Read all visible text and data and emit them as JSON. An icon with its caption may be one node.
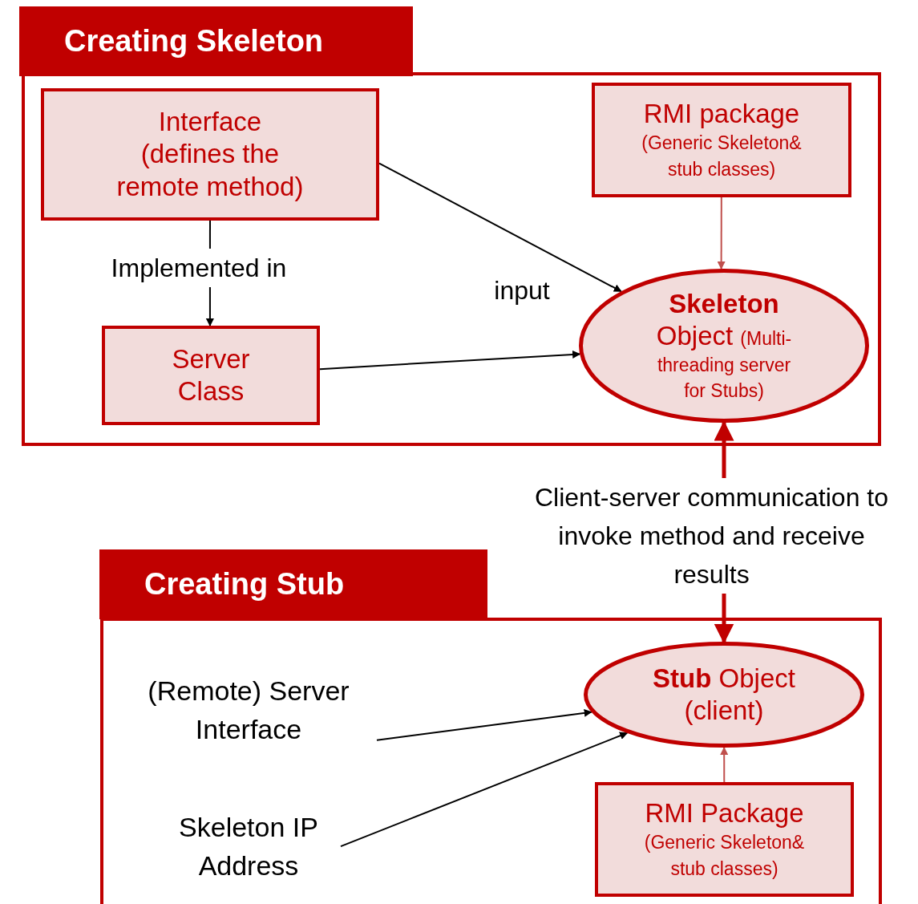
{
  "diagram": {
    "nodes": [
      {
        "text": [
          "Creating Skeleton"
        ]
      },
      {
        "text": [
          "Interface (defines the remote method)"
        ],
        "in": 0
      },
      {
        "text": [
          "RMI package",
          "(Generic Skeleton& stub classes)"
        ],
        "in": 0
      },
      {
        "text": [
          "Server Class"
        ],
        "in": 0
      },
      {
        "text": [
          "**Skeleton** Object",
          "(Multi-threading server for Stubs)"
        ],
        "in": 0
      },
      {
        "text": [
          "Creating Stub"
        ]
      },
      {
        "text": [
          "**Stub** Object (client)"
        ],
        "in": 5
      },
      {
        "text": [
          "RMI Package",
          "(Generic Skeleton& stub classes)"
        ],
        "in": 5
      },
      {
        "text": [
          "(Remote) Server Interface"
        ],
        "in": 5
      },
      {
        "text": [
          "Skeleton IP Address"
        ],
        "in": 5
      }
    ],
    "edges": [
      {
        "from": 1,
        "to": 3,
        "arrow": "to",
        "label": "Implemented in"
      },
      {
        "from": 1,
        "to": 4,
        "arrow": "to"
      },
      {
        "from": 3,
        "to": 4,
        "arrow": "to",
        "label": "input"
      },
      {
        "from": 2,
        "to": 4,
        "arrow": "to",
        "color": "#c0504d"
      },
      {
        "from": 4,
        "to": 6,
        "arrow": "both",
        "style": "thick",
        "color": "#c00000",
        "label": "Client-server communication to invoke method and receive results"
      },
      {
        "from": 8,
        "to": 6,
        "arrow": "to"
      },
      {
        "from": 9,
        "to": 6,
        "arrow": "to"
      },
      {
        "from": 7,
        "to": 6,
        "arrow": "to",
        "color": "#c0504d"
      }
    ]
  }
}
